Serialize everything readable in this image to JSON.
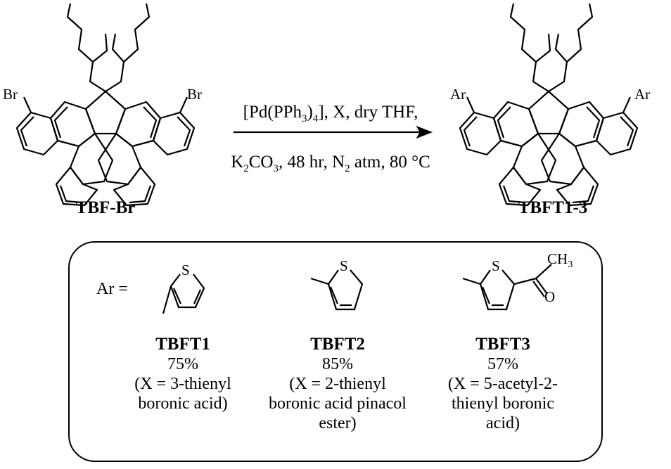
{
  "reaction": {
    "reactant_label": "TBF-Br",
    "product_label": "TBFT1-3",
    "reactant_substituent": "Br",
    "product_substituent": "Ar",
    "conditions_line1": "[Pd(PPh3)4], X, dry THF,",
    "conditions_line2": "K2CO3, 48 hr, N2 atm, 80 °C"
  },
  "panel": {
    "ar_label": "Ar =",
    "entries": [
      {
        "name": "TBFT1",
        "yield": "75%",
        "x_line1": "(X = 3-thienyl",
        "x_line2": "boronic acid)",
        "x_line3": ""
      },
      {
        "name": "TBFT2",
        "yield": "85%",
        "x_line1": "(X = 2-thienyl",
        "x_line2": "boronic acid pinacol",
        "x_line3": "ester)"
      },
      {
        "name": "TBFT3",
        "yield": "57%",
        "x_line1": "(X = 5-acetyl-2-",
        "x_line2": "thienyl boronic",
        "x_line3": "acid)"
      }
    ],
    "atoms": {
      "sulfur": "S",
      "oxygen": "O",
      "methyl": "CH3"
    }
  }
}
